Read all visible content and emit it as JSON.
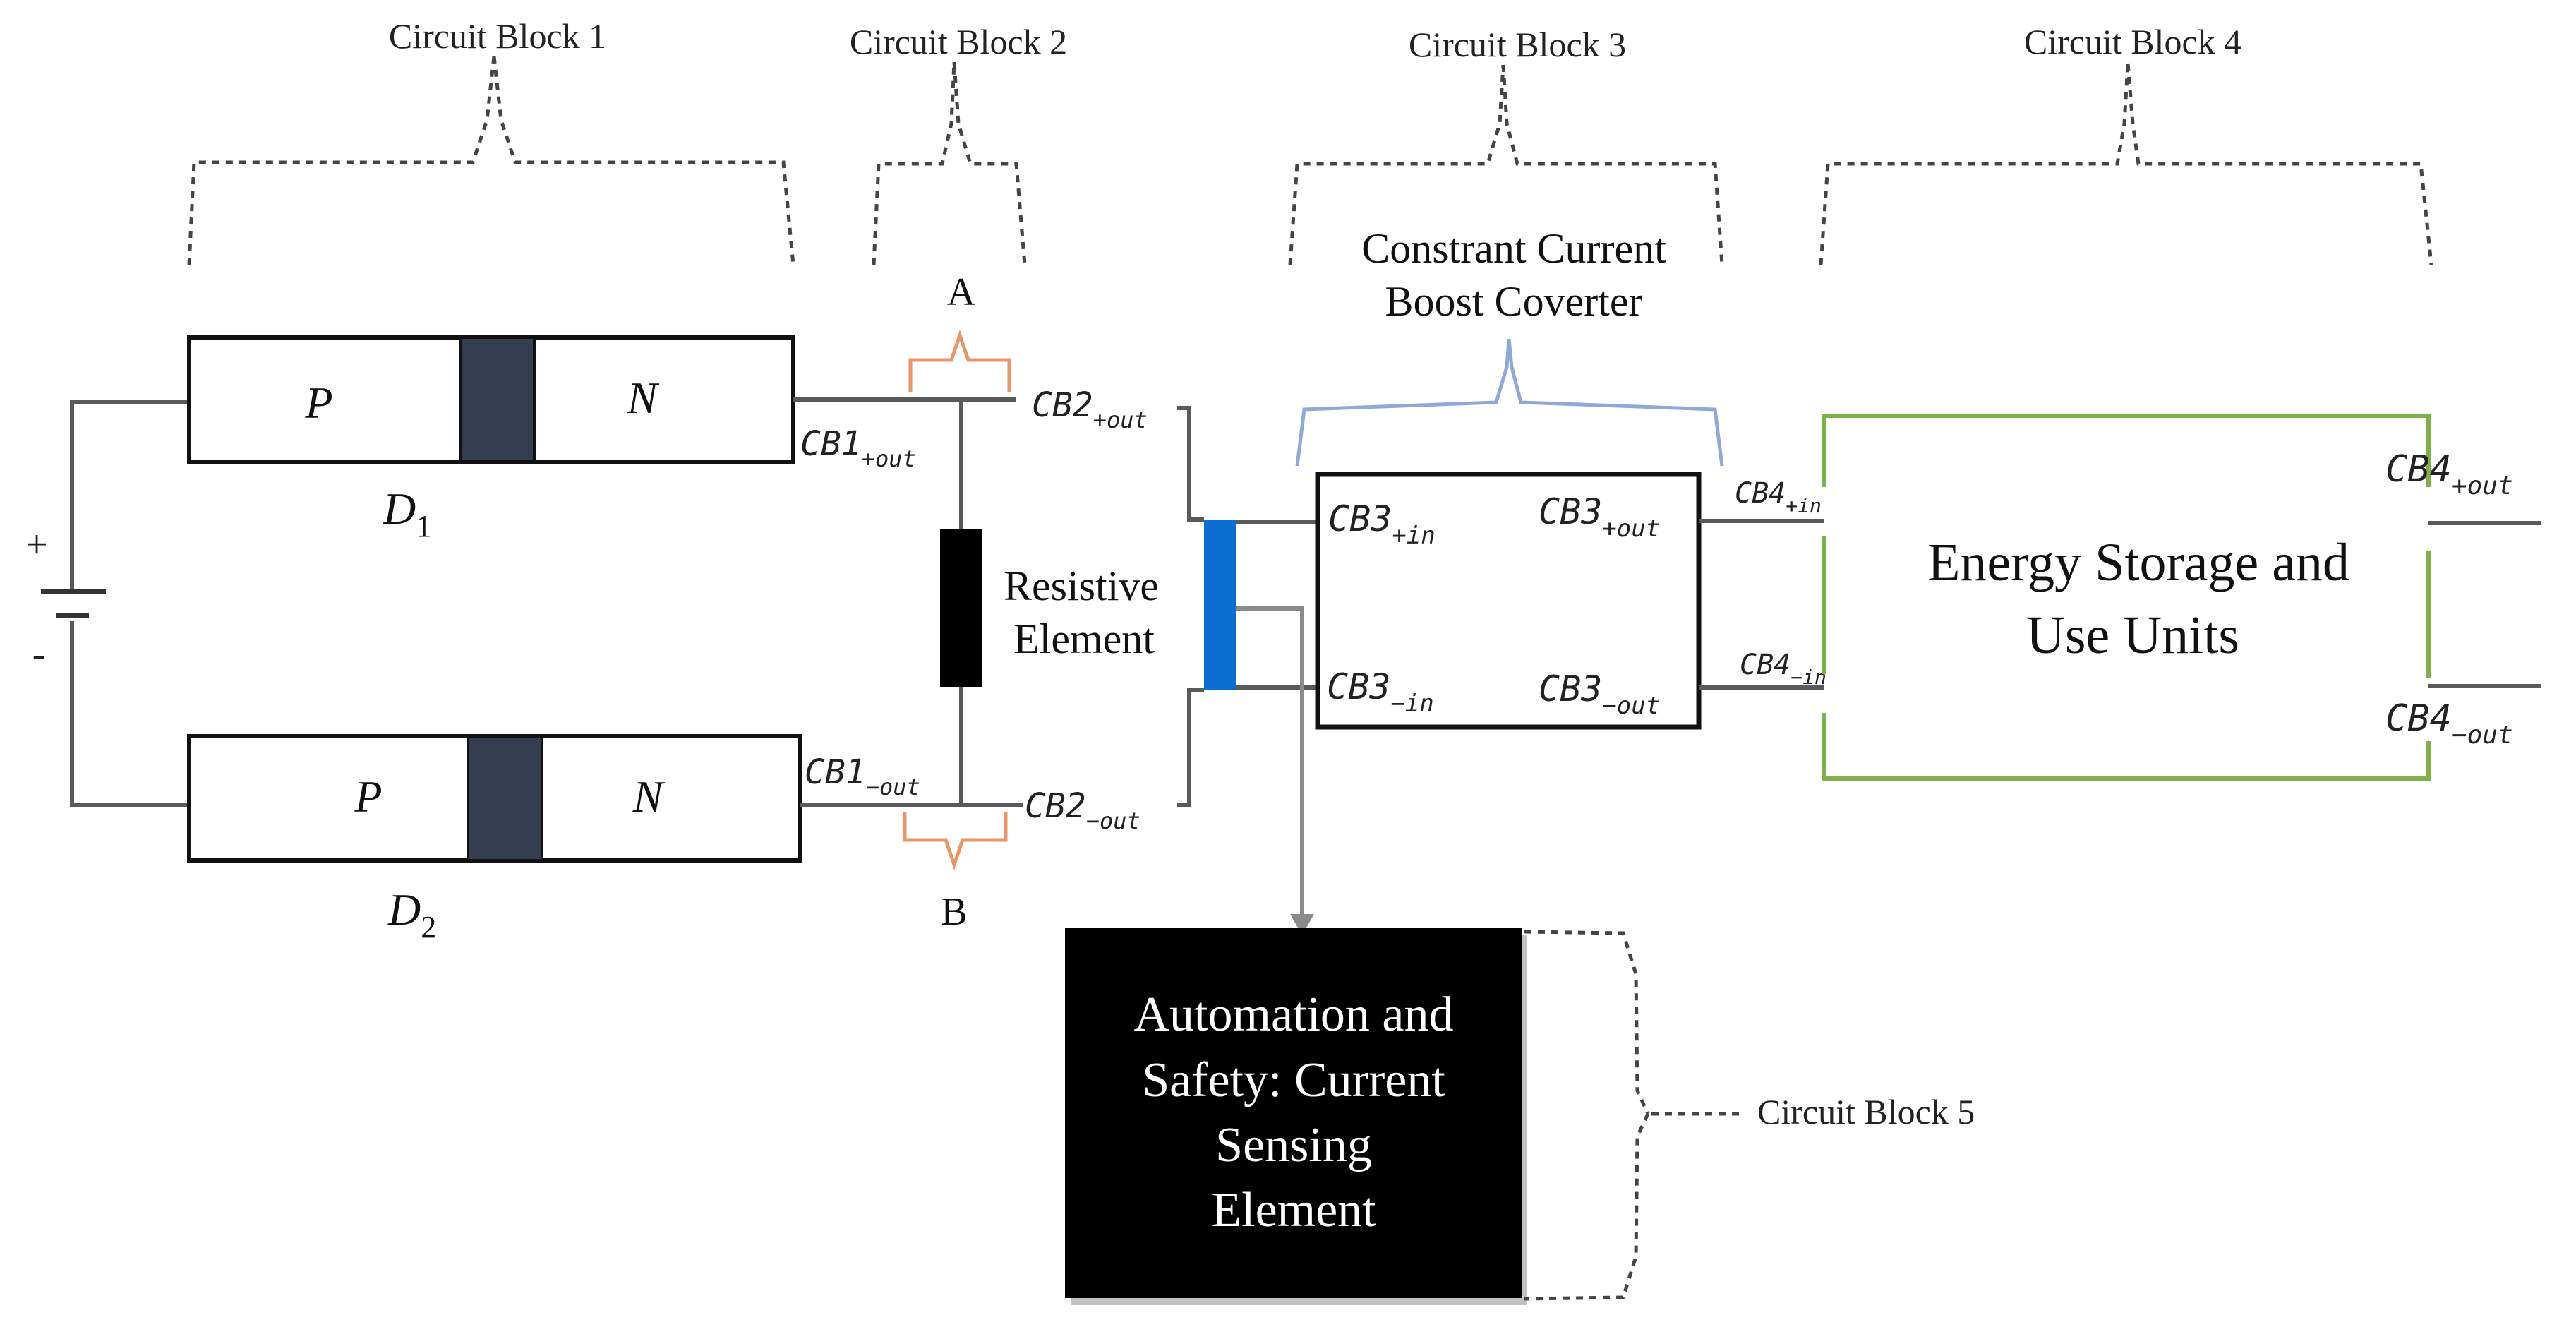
{
  "diagram": {
    "type": "circuit block diagram",
    "block_labels": {
      "cb1": "Circuit Block 1",
      "cb2": "Circuit Block 2",
      "cb3": "Circuit Block 3",
      "cb4": "Circuit Block 4",
      "cb5": "Circuit Block 5"
    },
    "battery": {
      "plus": "+",
      "minus": "-"
    },
    "diode1": {
      "p": "P",
      "n": "N",
      "name": "D",
      "sub": "1"
    },
    "diode2": {
      "p": "P",
      "n": "N",
      "name": "D",
      "sub": "2"
    },
    "nodes": {
      "a": "A",
      "b": "B"
    },
    "resistor": {
      "line1": "Resistive",
      "line2": "Element"
    },
    "converter": {
      "line1": "Constrant Current",
      "line2": "Boost Coverter"
    },
    "cb3_box": {
      "pin_in_plus": {
        "base": "CB3",
        "sub": "+in"
      },
      "pin_out_plus": {
        "base": "CB3",
        "sub": "+out"
      },
      "pin_in_minus": {
        "base": "CB3",
        "sub": "−in"
      },
      "pin_out_minus": {
        "base": "CB3",
        "sub": "−out"
      }
    },
    "terminals": {
      "cb1_plus": {
        "base": "CB1",
        "sub": "+out"
      },
      "cb1_minus": {
        "base": "CB1",
        "sub": "−out"
      },
      "cb2_plus": {
        "base": "CB2",
        "sub": "+out"
      },
      "cb2_minus": {
        "base": "CB2",
        "sub": "−out"
      },
      "cb4_in_plus": {
        "base": "CB4",
        "sub": "+in"
      },
      "cb4_in_minus": {
        "base": "CB4",
        "sub": "−in"
      },
      "cb4_out_plus": {
        "base": "CB4",
        "sub": "+out"
      },
      "cb4_out_minus": {
        "base": "CB4",
        "sub": "−out"
      }
    },
    "storage": {
      "line1": "Energy Storage and",
      "line2": "Use Units"
    },
    "sensing": {
      "line1": "Automation and",
      "line2": "Safety: Current",
      "line3": "Sensing",
      "line4": "Element"
    },
    "colors": {
      "diode_junction": "#343e50",
      "brace_ab": "#e8956a",
      "brace_converter": "#8fa8d8",
      "sensor_bar": "#0a6fd1",
      "storage_border": "#7fb04a",
      "sensing_fill": "#000000"
    }
  }
}
